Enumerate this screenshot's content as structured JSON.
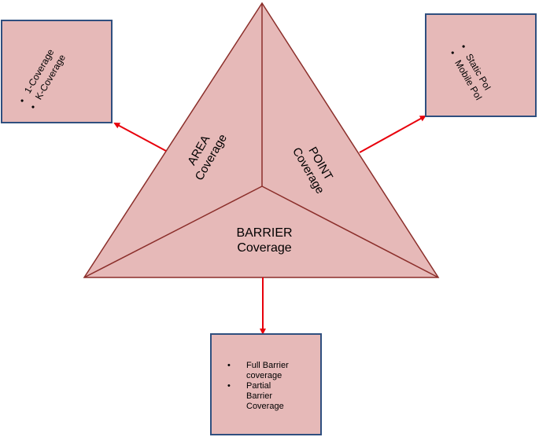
{
  "colors": {
    "fill": "#e6b9b8",
    "edge": "#8b2e2a",
    "box_border": "#2f4f7f",
    "arrow": "#e8000b",
    "text": "#000000"
  },
  "triangle": {
    "area": {
      "line1": "AREA",
      "line2": "Coverage"
    },
    "point": {
      "line1": "POINT",
      "line2": "Coverage"
    },
    "barrier": {
      "line1": "BARRIER",
      "line2": "Coverage"
    }
  },
  "boxes": {
    "area": {
      "items": [
        "1-Coverage",
        "K-Coverage"
      ]
    },
    "point": {
      "items": [
        "Static PoI",
        "Mobile PoI"
      ]
    },
    "barrier": {
      "items": [
        {
          "lines": [
            "Full Barrier",
            "coverage"
          ]
        },
        {
          "lines": [
            "Partial",
            "Barrier",
            "Coverage"
          ]
        }
      ]
    }
  },
  "bullet_symbol": "•"
}
